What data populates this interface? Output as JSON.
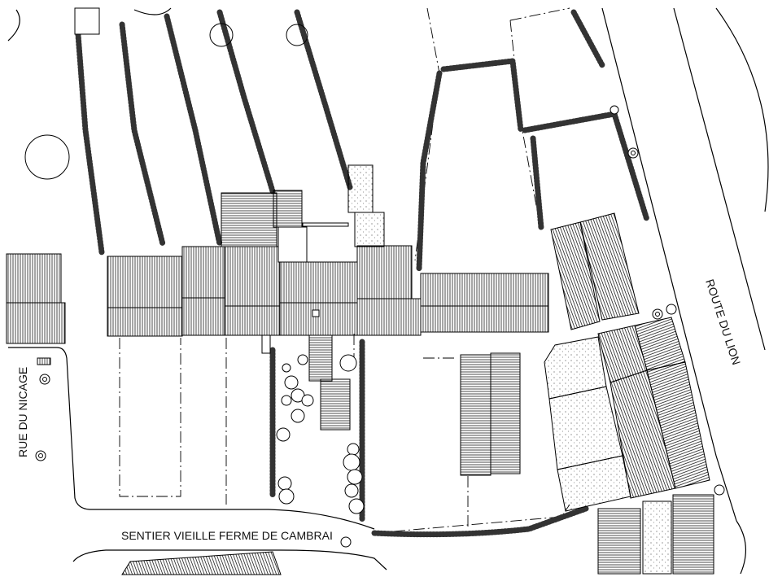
{
  "labels": {
    "street_west": "RUE DU NICAGE",
    "street_east": "ROUTE DU LION",
    "path_south": "SENTIER VIEILLE FERME DE CAMBRAI"
  },
  "colors": {
    "ink": "#000000",
    "background": "#ffffff",
    "hedge_dots": "#333333"
  },
  "symbols": [
    "manhole-icon",
    "tree-icon",
    "hedge-row",
    "roof-hatch"
  ]
}
